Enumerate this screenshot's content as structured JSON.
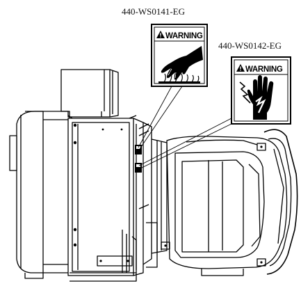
{
  "labels": {
    "label_1": "440-WS0141-EG",
    "label_2": "440-WS0142-EG"
  },
  "decals": {
    "decal_1": {
      "header": "WARNING",
      "pictogram": "hot-surface-burn-icon"
    },
    "decal_2": {
      "header": "WARNING",
      "pictogram": "electric-shock-icon"
    }
  },
  "colors": {
    "line": "#000000",
    "background": "#ffffff"
  }
}
